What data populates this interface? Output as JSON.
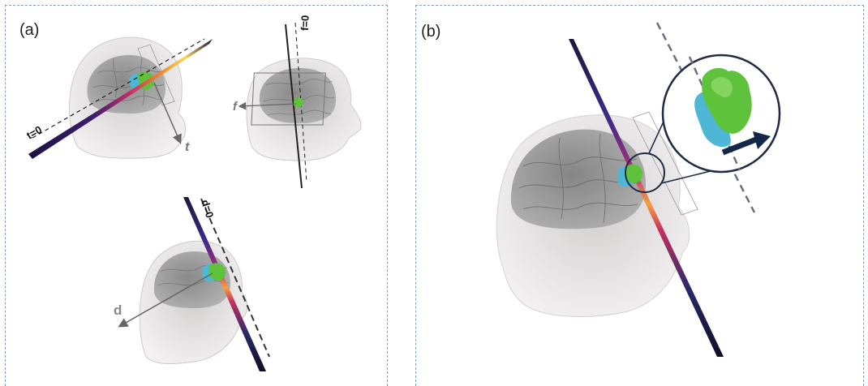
{
  "panels": {
    "a": {
      "label": "(a)"
    },
    "b": {
      "label": "(b)"
    }
  },
  "labels": {
    "t_zero": "t=0",
    "t_dir": "t",
    "f_zero": "f=0",
    "f_dir": "f",
    "d_zero": "d=0",
    "d_dir": "d"
  },
  "colors": {
    "frame": "#7f9fc4",
    "head": "#d9d6d6",
    "brain": "#8a8a8a",
    "blob_green": "#5fc23c",
    "blob_cyan": "#4fb7d6",
    "arrow_dark": "#12284a"
  }
}
